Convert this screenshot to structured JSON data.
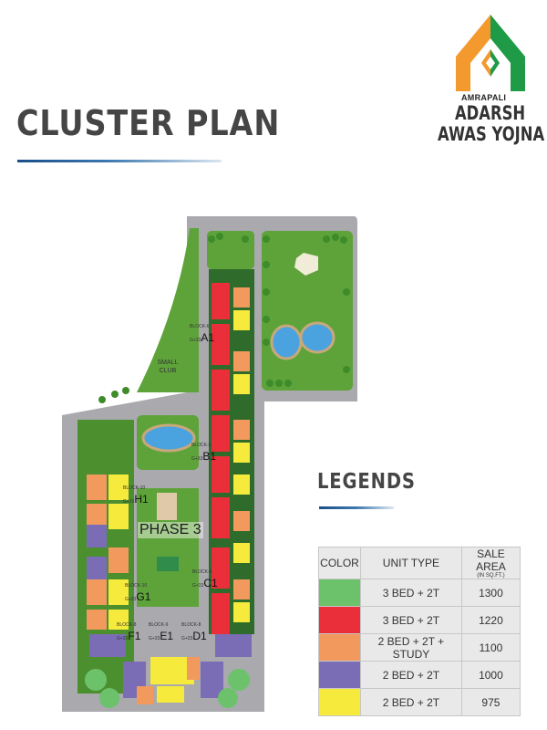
{
  "header": {
    "title": "CLUSTER PLAN",
    "logo": {
      "brand": "AMRAPALI",
      "line1": "ADARSH",
      "line2": "AWAS YOJNA",
      "colors": {
        "orange": "#f3992e",
        "green": "#1f9a47"
      }
    }
  },
  "map": {
    "phase_label": "PHASE 3",
    "small_club_label": "SMALL\nCLUB",
    "blocks": [
      {
        "id": "A1",
        "block": "BLOCK-6",
        "floors": "G+33"
      },
      {
        "id": "B1",
        "block": "BLOCK-6",
        "floors": "G+33"
      },
      {
        "id": "C1",
        "block": "BLOCK-6",
        "floors": "G+33"
      },
      {
        "id": "D1",
        "block": "BLOCK-8",
        "floors": "G+33"
      },
      {
        "id": "E1",
        "block": "BLOCK-9",
        "floors": "G+33"
      },
      {
        "id": "F1",
        "block": "BLOCK-8",
        "floors": "G+33"
      },
      {
        "id": "G1",
        "block": "BLOCK-10",
        "floors": "G+33"
      },
      {
        "id": "H1",
        "block": "BLOCK-10",
        "floors": "G+33"
      }
    ],
    "colors": {
      "grass": "#5ea33a",
      "dark_grass": "#2f6b2a",
      "road": "#a9a9ae",
      "water": "#4aa3df"
    }
  },
  "legend": {
    "title": "LEGENDS",
    "columns": [
      "COLOR",
      "UNIT TYPE",
      "SALE AREA"
    ],
    "sale_area_sub": "(IN SQ.FT.)",
    "rows": [
      {
        "color": "#6cc26a",
        "unit_type": "3 BED + 2T",
        "sale_area": "1300"
      },
      {
        "color": "#ea2e3a",
        "unit_type": "3 BED + 2T",
        "sale_area": "1220"
      },
      {
        "color": "#f29a5e",
        "unit_type": "2 BED + 2T + STUDY",
        "sale_area": "1100"
      },
      {
        "color": "#7a6db5",
        "unit_type": "2 BED + 2T",
        "sale_area": "1000"
      },
      {
        "color": "#f6ea3c",
        "unit_type": "2 BED + 2T",
        "sale_area": "975"
      }
    ]
  }
}
